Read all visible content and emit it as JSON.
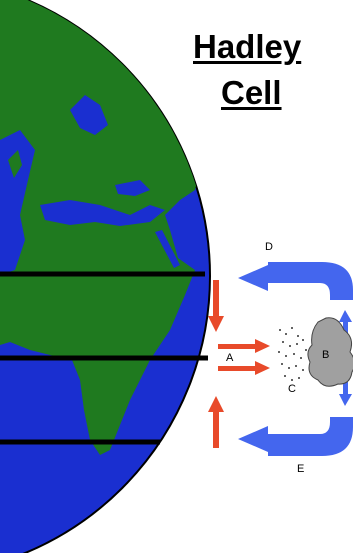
{
  "title": {
    "line1": "Hadley",
    "line2": "Cell"
  },
  "labels": {
    "a": "A",
    "b": "B",
    "c": "C",
    "d": "D",
    "e": "E"
  },
  "colors": {
    "ocean": "#1a2fd0",
    "land": "#1f7a1f",
    "circulation_arrows": "#4466ee",
    "surface_arrows": "#e84a2a",
    "cloud": "#a0a0a0",
    "latitude_lines": "#000000"
  }
}
